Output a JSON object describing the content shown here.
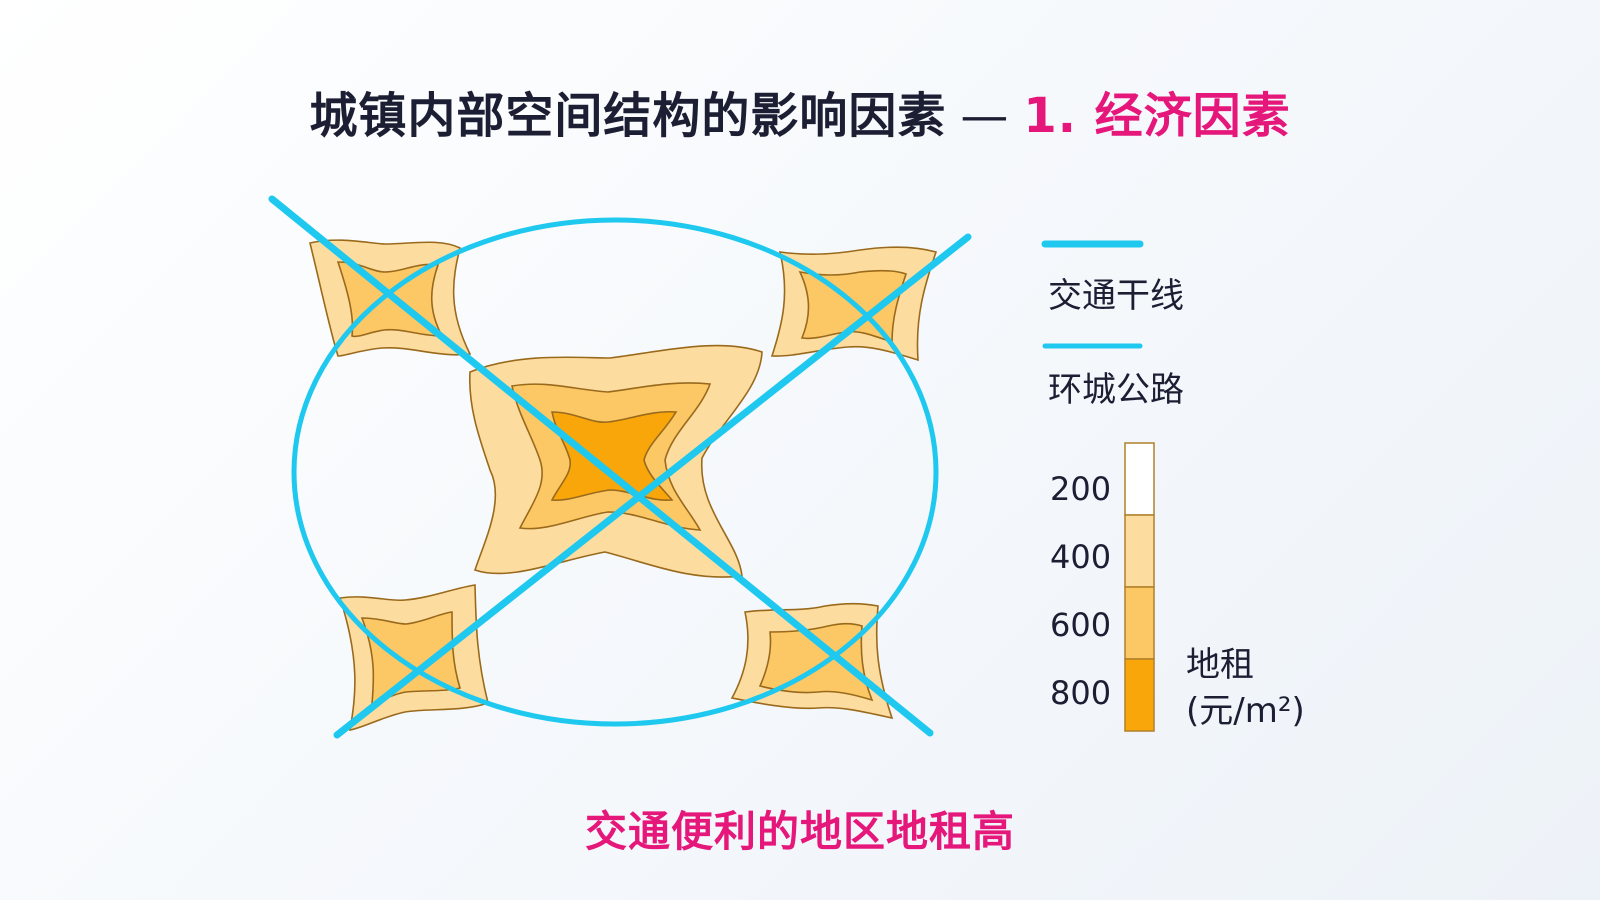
{
  "title": {
    "main": "城镇内部空间结构的影响因素",
    "dash": "—",
    "highlight": "1. 经济因素"
  },
  "legend": {
    "line_items": [
      {
        "label": "交通干线"
      },
      {
        "label": "环城公路"
      }
    ],
    "rent_scale": {
      "ticks": [
        "200",
        "400",
        "600",
        "800"
      ],
      "title": "地租",
      "unit": "(元/m²)"
    }
  },
  "conclusion": "交通便利的地区地租高",
  "colors": {
    "road": "#1ec8ee",
    "accent": "#e5177a",
    "rent_200": "#ffffff",
    "rent_400": "#fddca0",
    "rent_600": "#fcc765",
    "rent_800": "#f8a60a",
    "contour": "#9a6a1c"
  }
}
